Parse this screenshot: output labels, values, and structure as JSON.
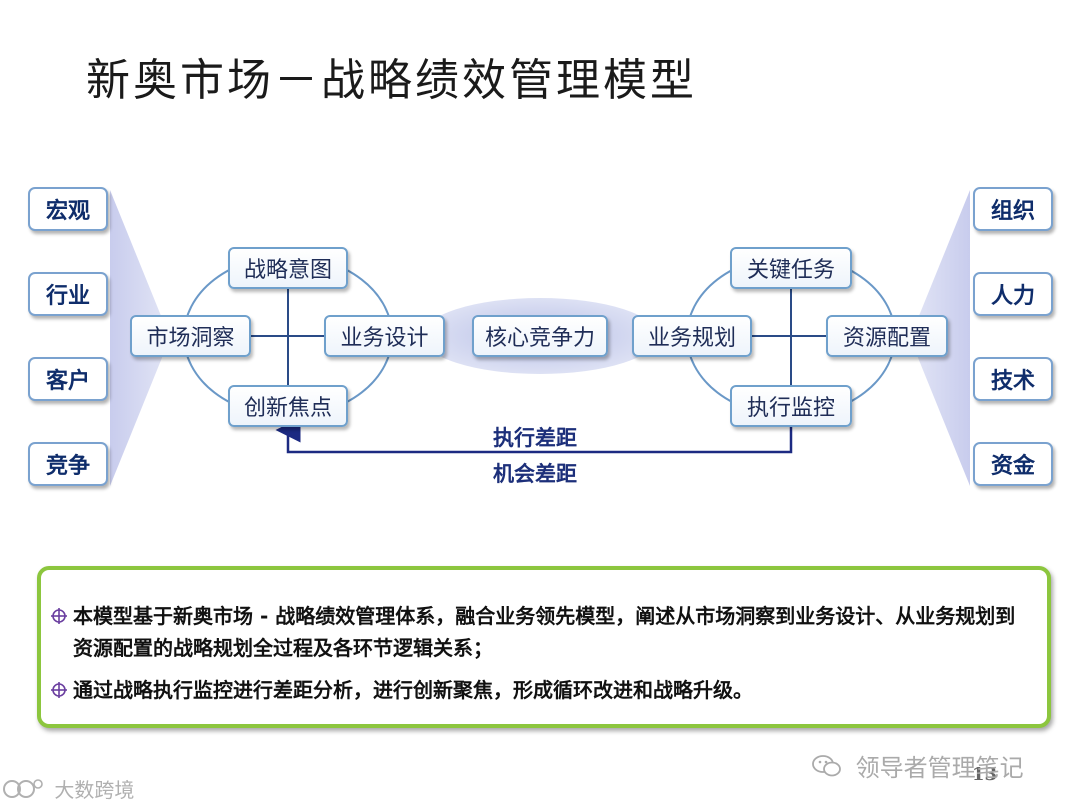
{
  "title": "新奥市场－战略绩效管理模型",
  "left_pillars": [
    "宏观",
    "行业",
    "客户",
    "竞争"
  ],
  "right_pillars": [
    "组织",
    "人力",
    "技术",
    "资金"
  ],
  "left_cluster": {
    "top": "战略意图",
    "left": "市场洞察",
    "right": "业务设计",
    "bottom": "创新焦点"
  },
  "center": "核心竞争力",
  "right_cluster": {
    "top": "关键任务",
    "left": "业务规划",
    "right": "资源配置",
    "bottom": "执行监控"
  },
  "gaps": {
    "execution": "执行差距",
    "opportunity": "机会差距"
  },
  "summary": [
    "本模型基于新奥市场 - 战略绩效管理体系，融合业务领先模型，阐述从市场洞察到业务设计、从业务规划到资源配置的战略规划全过程及各环节逻辑关系；",
    "通过战略执行监控进行差距分析，进行创新聚焦，形成循环改进和战略升级。"
  ],
  "watermark_right": "领导者管理笔记",
  "page_number": "13",
  "watermark_left": "大数跨境",
  "colors": {
    "node_border": "#6fa0cc",
    "node_text": "#1f2d57",
    "funnel": "#d0d4ee",
    "arrow": "#1c2a82",
    "summary_border": "#8cc63e"
  }
}
